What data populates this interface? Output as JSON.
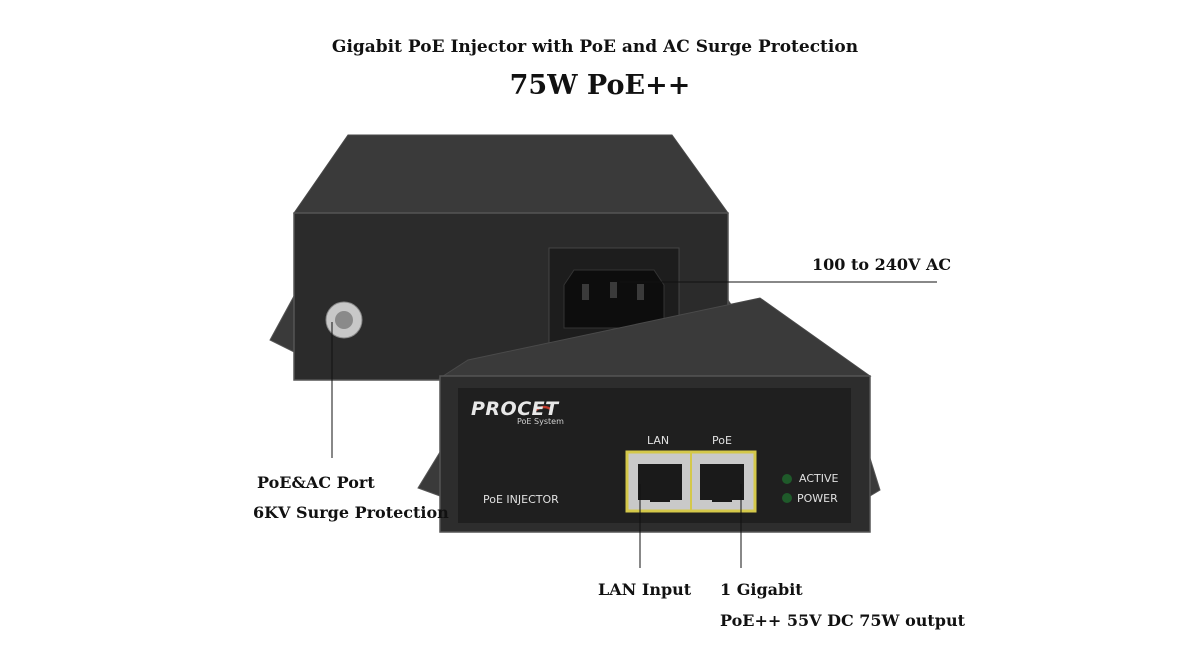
{
  "heading": {
    "subtitle": "Gigabit PoE Injector with PoE and AC Surge Protection",
    "title": "75W PoE++"
  },
  "callouts": {
    "ac_input": "100 to 240V AC",
    "port_line1": "PoE&AC Port",
    "port_line2": "6KV Surge Protection",
    "lan_input": "LAN Input",
    "poe_line1": "1 Gigabit",
    "poe_line2": "PoE++ 55V DC 75W output"
  },
  "device": {
    "brand": "PROCET",
    "brand_sub": "PoE System",
    "port_lan": "LAN",
    "port_poe": "PoE",
    "led_active": "ACTIVE",
    "led_power": "POWER",
    "model_label": "PoE INJECTOR"
  },
  "colors": {
    "body": "#2c2c2c",
    "face": "#1e1e1e",
    "port_frame": "#d4c84a",
    "led": "#1f5a2a"
  }
}
